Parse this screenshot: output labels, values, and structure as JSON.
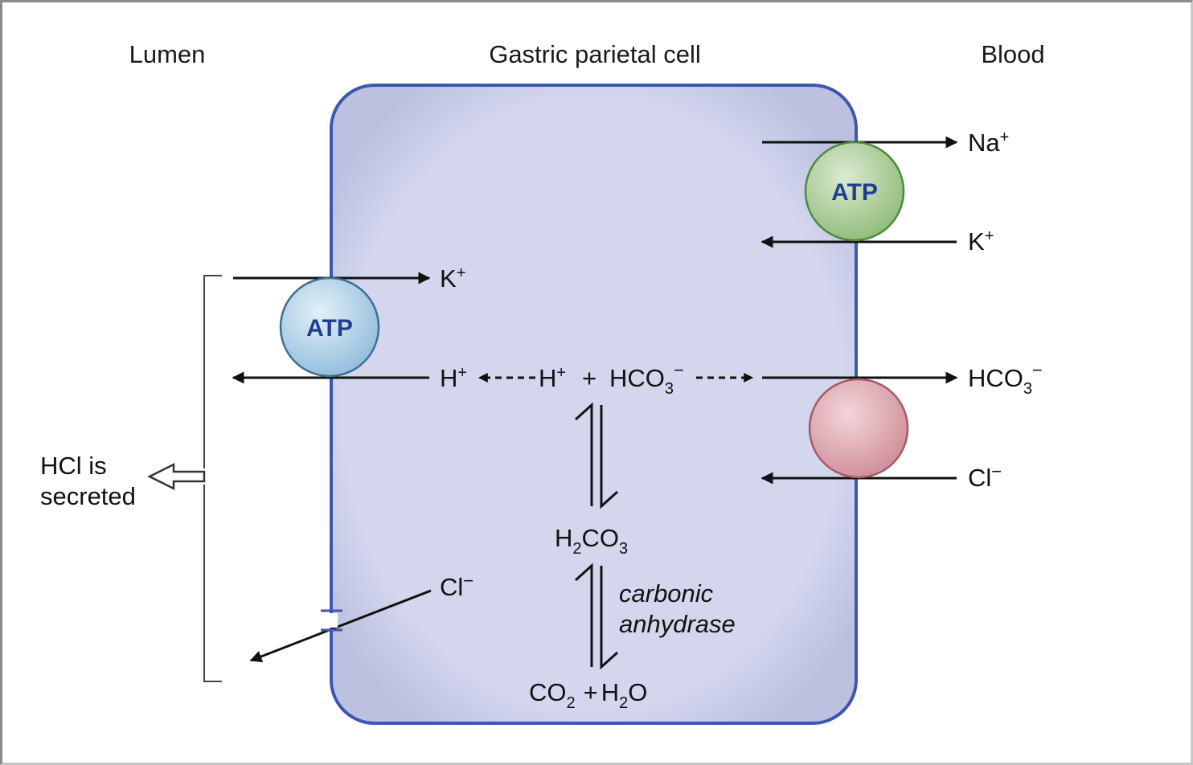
{
  "headers": {
    "lumen": "Lumen",
    "cell": "Gastric parietal cell",
    "blood": "Blood"
  },
  "pumps": {
    "lumen_pump": "ATP",
    "blood_pump": "ATP"
  },
  "ions": {
    "na_blood": {
      "base": "Na",
      "sup": "+"
    },
    "k_blood": {
      "base": "K",
      "sup": "+"
    },
    "k_lumen": {
      "base": "K",
      "sup": "+"
    },
    "h_lumen": {
      "base": "H",
      "sup": "+"
    },
    "h_reaction": {
      "base": "H",
      "sup": "+"
    },
    "plus": "+",
    "hco3_reaction": {
      "base": "HCO",
      "sub": "3",
      "sup": "−"
    },
    "hco3_blood": {
      "base": "HCO",
      "sub": "3",
      "sup": "−"
    },
    "cl_blood": {
      "base": "Cl",
      "sup": "−"
    },
    "cl_lumen": {
      "base": "Cl",
      "sup": "−"
    }
  },
  "reaction": {
    "h2co3": {
      "a": "H",
      "sub1": "2",
      "b": "CO",
      "sub2": "3"
    },
    "co2_h2o": {
      "a": "CO",
      "sub1": "2",
      "plus": "+",
      "b": "H",
      "sub2": "2",
      "c": "O"
    },
    "enzyme_line1": "carbonic",
    "enzyme_line2": "anhydrase"
  },
  "secretion": {
    "line1": "HCl is",
    "line2": "secreted"
  },
  "colors": {
    "cell_fill": "#d3d6ec",
    "cell_border": "#3d57b0",
    "lumen_pump": "#b4d4ea",
    "blood_pump": "#a9cc96",
    "exchanger": "#dca5ae"
  }
}
